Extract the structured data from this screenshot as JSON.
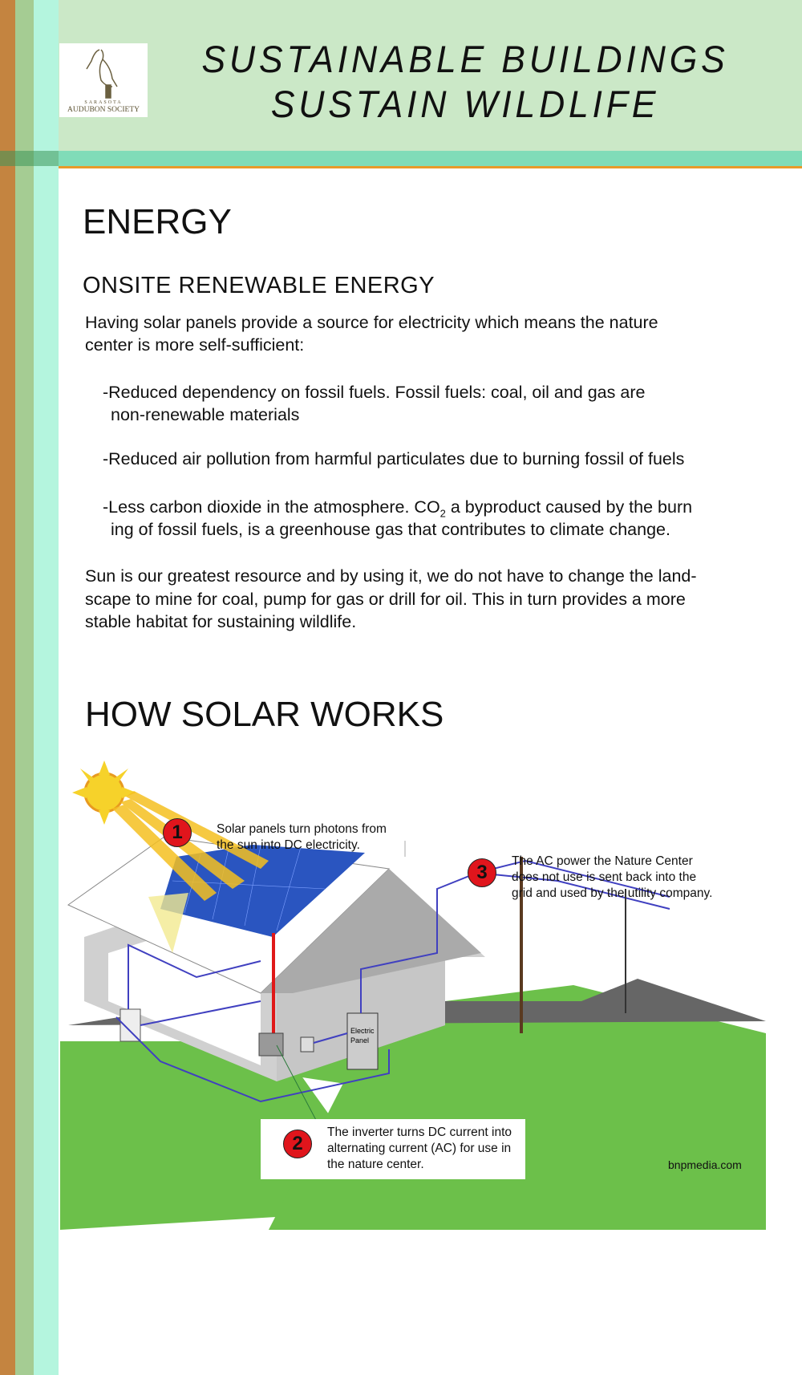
{
  "header": {
    "logo": {
      "org_line1": "SARASOTA",
      "org_line2": "AUDUBON SOCIETY"
    },
    "title_line1": "SUSTAINABLE BUILDINGS",
    "title_line2": "SUSTAIN WILDLIFE"
  },
  "energy": {
    "heading": "ENERGY",
    "subheading": "ONSITE RENEWABLE ENERGY",
    "intro_line1": "Having solar panels provide a source for electricity which means the nature",
    "intro_line2": "center is more self-sufficient:",
    "bullet1_line1": "-Reduced dependency on fossil fuels. Fossil fuels: coal, oil and gas are",
    "bullet1_line2": "non-renewable materials",
    "bullet2": "-Reduced air pollution from harmful particulates due to burning fossil of fuels",
    "bullet3_line1_a": "-Less carbon dioxide in the atmosphere. CO",
    "bullet3_sub": "2",
    "bullet3_line1_b": " a byproduct caused by the burn",
    "bullet3_line2": "ing of fossil fuels, is a greenhouse gas that contributes to climate change.",
    "closing_line1": "Sun is our greatest resource and by using it, we do not have to change the land-",
    "closing_line2": "scape to mine for coal, pump for gas or drill for oil. This in turn provides a more",
    "closing_line3": "stable habitat for sustaining wildlife."
  },
  "solar": {
    "heading": "HOW SOLAR WORKS",
    "steps": [
      {
        "number": "1",
        "line1": "Solar panels turn photons from",
        "line2": "the sun into DC electricity."
      },
      {
        "number": "2",
        "line1": "The inverter turns DC current into",
        "line2": "alternating current (AC) for use in",
        "line3": "the nature center."
      },
      {
        "number": "3",
        "line1": "The AC power the Nature Center",
        "line2": "does not use is sent back into the",
        "line3": "grid and used by the utility company."
      }
    ],
    "panel_label_line1": "Electric",
    "panel_label_line2": "Panel",
    "credit": "bnpmedia.com"
  },
  "colors": {
    "header_bg": "#cbe8c7",
    "band": "#80dcb8",
    "orange": "#c48440",
    "badge_red": "#e0151c",
    "grass": "#6cc04a"
  }
}
